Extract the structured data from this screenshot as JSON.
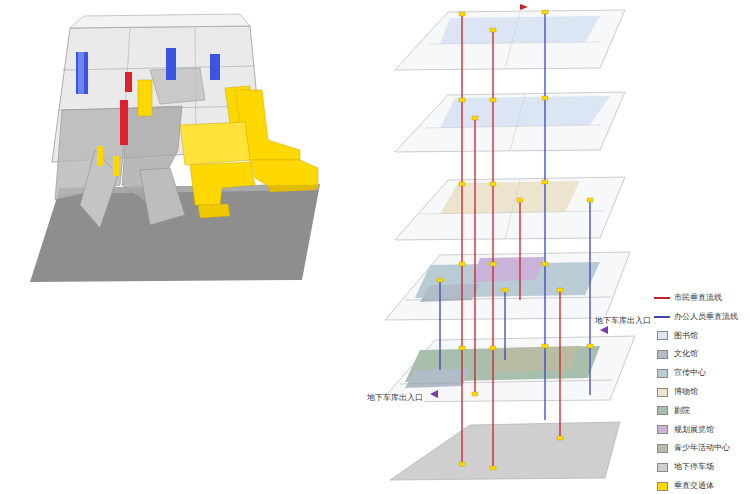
{
  "diagram": {
    "labels": [
      "地下车库出入口",
      "地下车库出入口"
    ],
    "legend": [
      {
        "text": "市民垂直流线"
      },
      {
        "text": "办公人员垂直流线"
      },
      {
        "text": "图书馆",
        "color": "#dbe5f3"
      },
      {
        "text": "文化馆",
        "color": "#b0bcc8"
      },
      {
        "text": "宣传中心",
        "color": "#b9ccd5"
      },
      {
        "text": "博物馆",
        "color": "#ece4cf"
      },
      {
        "text": "剧院",
        "color": "#a9bfae"
      },
      {
        "text": "规划展览馆",
        "color": "#c9b3d8"
      },
      {
        "text": "青少年活动中心",
        "color": "#b9bba4"
      },
      {
        "text": "地下停车场",
        "color": "#cfcfcf"
      },
      {
        "text": "垂直交通体",
        "color": "#ffd800"
      }
    ]
  }
}
